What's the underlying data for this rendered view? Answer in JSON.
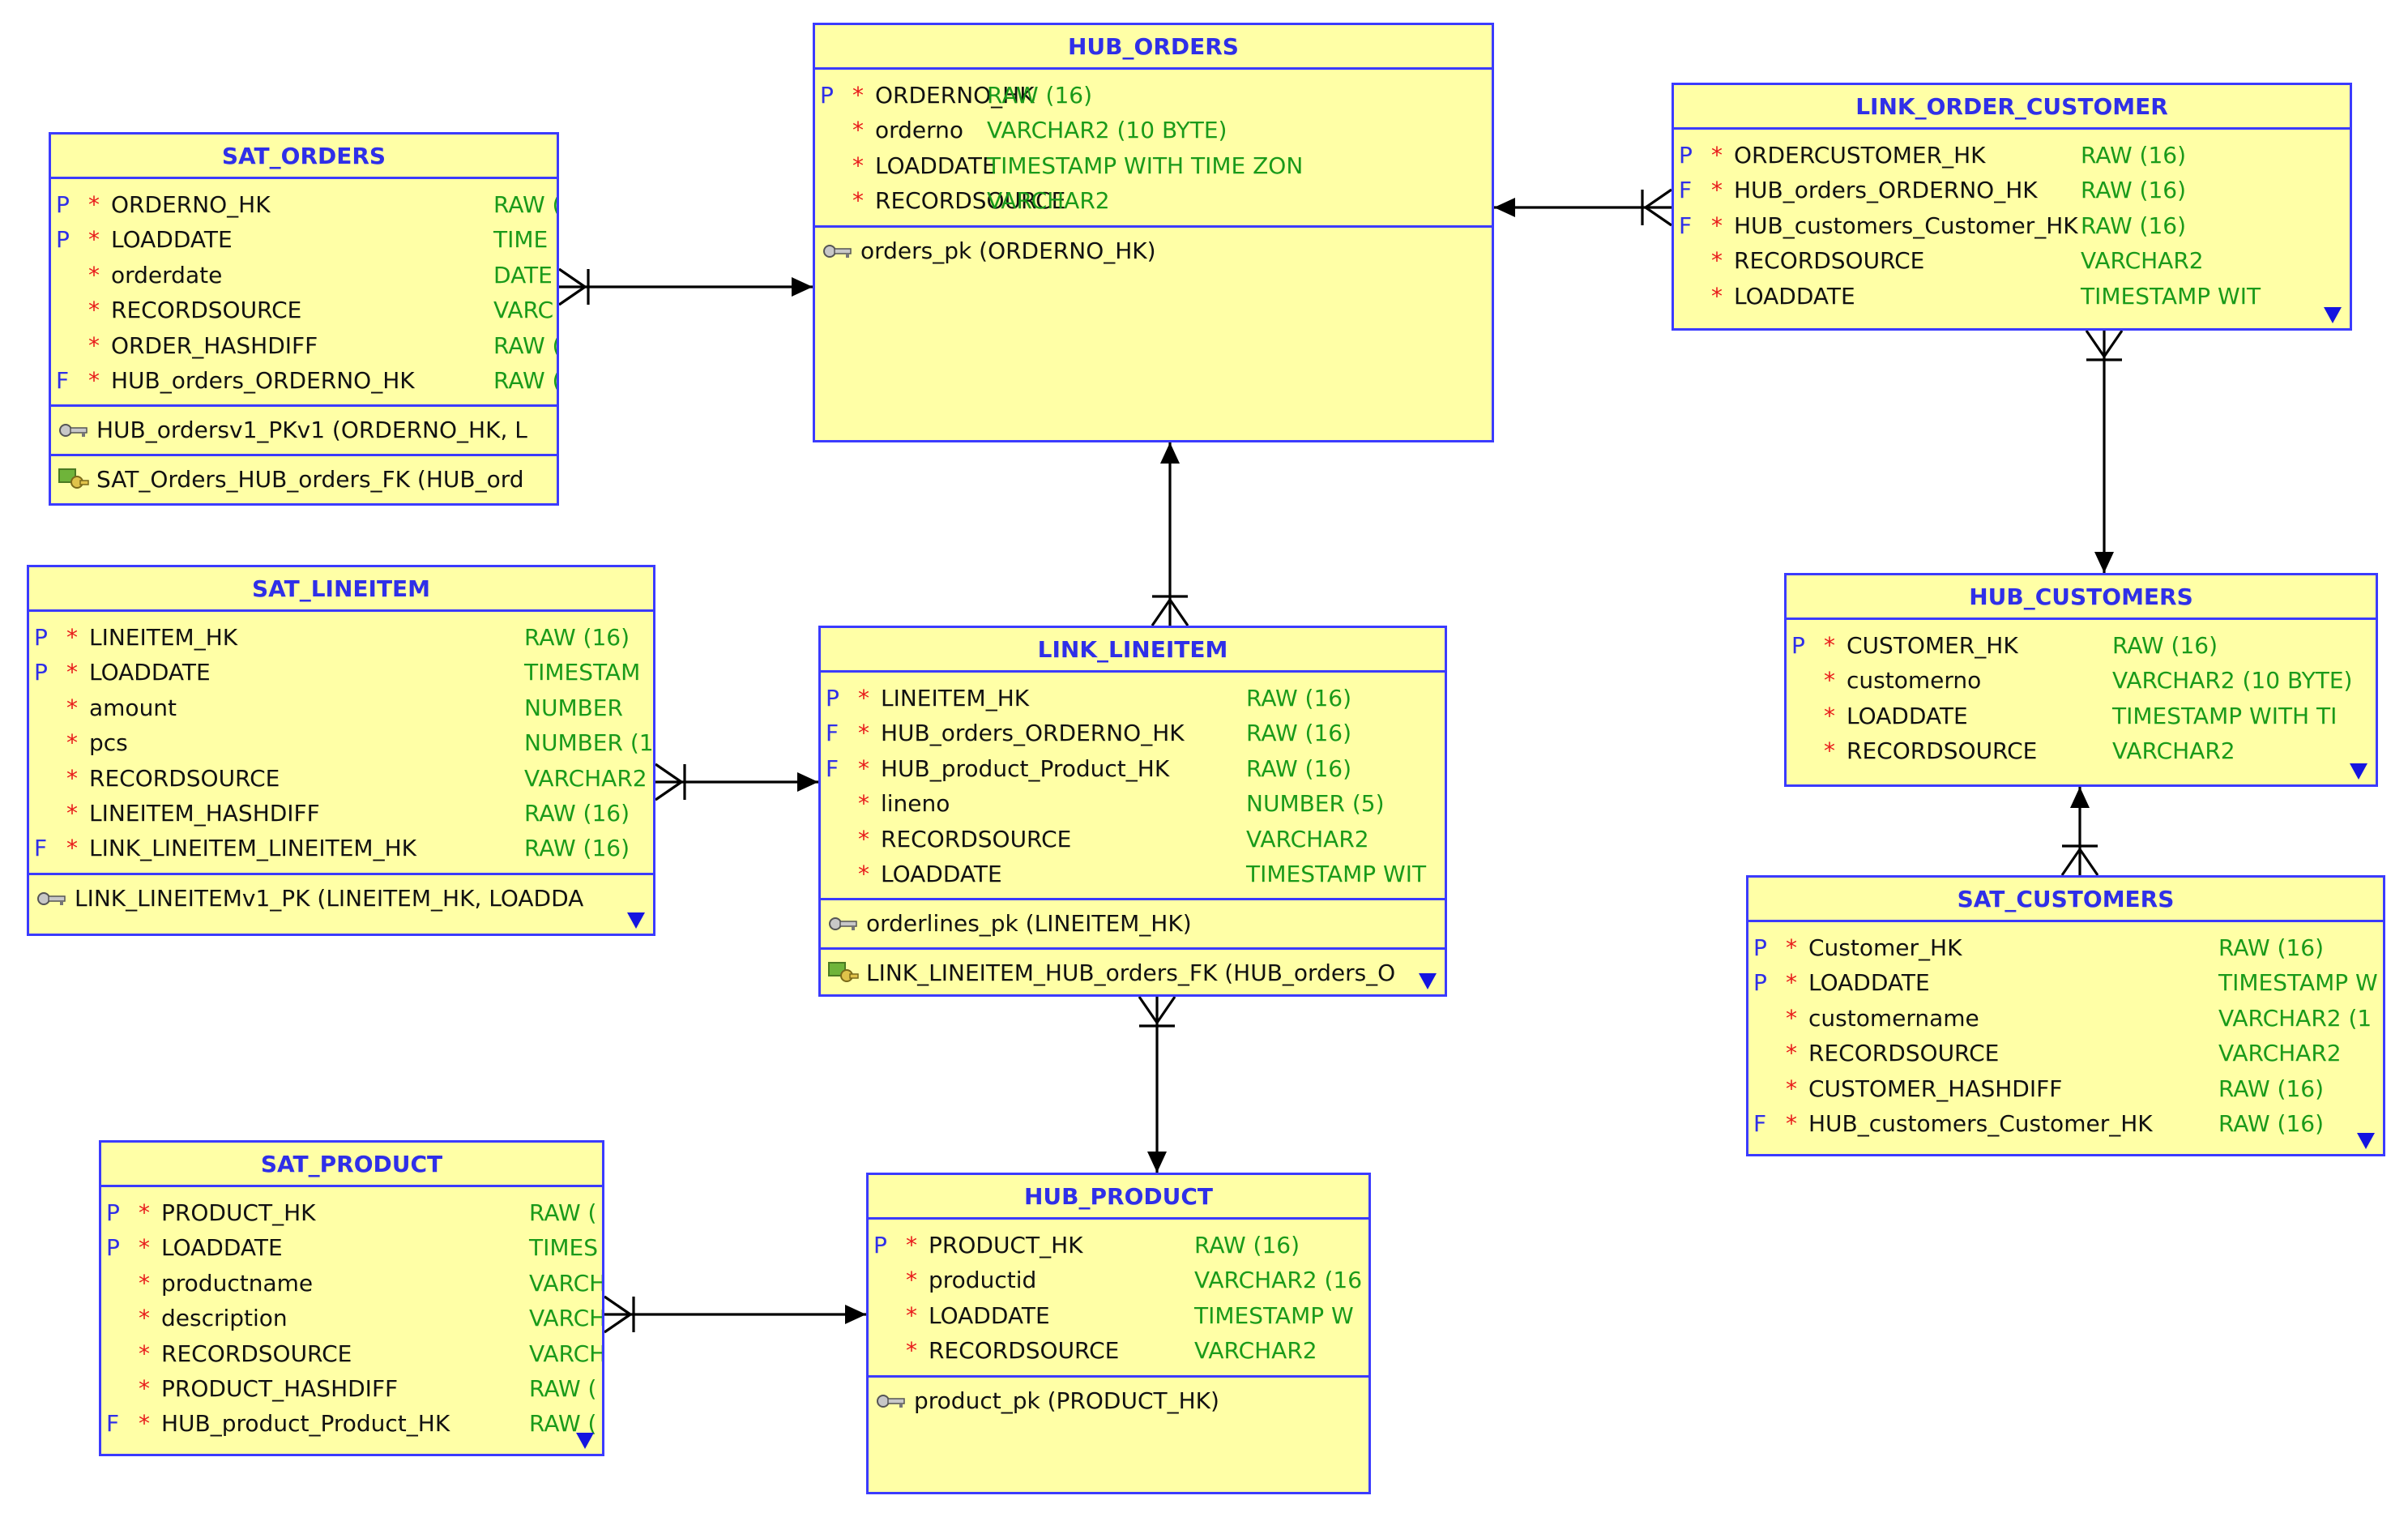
{
  "entities": [
    {
      "name": "HUB_ORDERS",
      "columns": [
        {
          "flag": "P",
          "req": "*",
          "name": "ORDERNO_HK",
          "type": "RAW (16)"
        },
        {
          "flag": "",
          "req": "*",
          "name": "orderno",
          "type": "VARCHAR2 (10 BYTE)"
        },
        {
          "flag": "",
          "req": "*",
          "name": "LOADDATE",
          "type": "TIMESTAMP WITH TIME ZON"
        },
        {
          "flag": "",
          "req": "*",
          "name": "RECORDSOURCE",
          "type": "VARCHAR2"
        }
      ],
      "keys": [
        {
          "icon": "key",
          "text": "orders_pk (ORDERNO_HK)"
        }
      ]
    },
    {
      "name": "SAT_ORDERS",
      "columns": [
        {
          "flag": "P",
          "req": "*",
          "name": "ORDERNO_HK",
          "type": "RAW ("
        },
        {
          "flag": "P",
          "req": "*",
          "name": "LOADDATE",
          "type": "TIME"
        },
        {
          "flag": "",
          "req": "*",
          "name": "orderdate",
          "type": "DATE"
        },
        {
          "flag": "",
          "req": "*",
          "name": "RECORDSOURCE",
          "type": "VARC"
        },
        {
          "flag": "",
          "req": "*",
          "name": "ORDER_HASHDIFF",
          "type": "RAW ("
        },
        {
          "flag": "F",
          "req": "*",
          "name": "HUB_orders_ORDERNO_HK",
          "type": "RAW ("
        }
      ],
      "keys": [
        {
          "icon": "key",
          "text": "HUB_ordersv1_PKv1 (ORDERNO_HK, L"
        },
        {
          "icon": "fk",
          "text": "SAT_Orders_HUB_orders_FK (HUB_ord"
        }
      ]
    },
    {
      "name": "LINK_ORDER_CUSTOMER",
      "columns": [
        {
          "flag": "P",
          "req": "*",
          "name": "ORDERCUSTOMER_HK",
          "type": "RAW (16)"
        },
        {
          "flag": "F",
          "req": "*",
          "name": "HUB_orders_ORDERNO_HK",
          "type": "RAW (16)"
        },
        {
          "flag": "F",
          "req": "*",
          "name": "HUB_customers_Customer_HK",
          "type": "RAW (16)"
        },
        {
          "flag": "",
          "req": "*",
          "name": "RECORDSOURCE",
          "type": "VARCHAR2"
        },
        {
          "flag": "",
          "req": "*",
          "name": "LOADDATE",
          "type": "TIMESTAMP WIT"
        }
      ],
      "keys": []
    },
    {
      "name": "SAT_LINEITEM",
      "columns": [
        {
          "flag": "P",
          "req": "*",
          "name": "LINEITEM_HK",
          "type": "RAW (16)"
        },
        {
          "flag": "P",
          "req": "*",
          "name": "LOADDATE",
          "type": "TIMESTAM"
        },
        {
          "flag": "",
          "req": "*",
          "name": "amount",
          "type": "NUMBER"
        },
        {
          "flag": "",
          "req": "*",
          "name": "pcs",
          "type": "NUMBER (1"
        },
        {
          "flag": "",
          "req": "*",
          "name": "RECORDSOURCE",
          "type": "VARCHAR2"
        },
        {
          "flag": "",
          "req": "*",
          "name": "LINEITEM_HASHDIFF",
          "type": "RAW (16)"
        },
        {
          "flag": "F",
          "req": "*",
          "name": "LINK_LINEITEM_LINEITEM_HK",
          "type": "RAW (16)"
        }
      ],
      "keys": [
        {
          "icon": "key",
          "text": "LINK_LINEITEMv1_PK (LINEITEM_HK, LOADDA"
        }
      ]
    },
    {
      "name": "LINK_LINEITEM",
      "columns": [
        {
          "flag": "P",
          "req": "*",
          "name": "LINEITEM_HK",
          "type": "RAW (16)"
        },
        {
          "flag": "F",
          "req": "*",
          "name": "HUB_orders_ORDERNO_HK",
          "type": "RAW (16)"
        },
        {
          "flag": "F",
          "req": "*",
          "name": "HUB_product_Product_HK",
          "type": "RAW (16)"
        },
        {
          "flag": "",
          "req": "*",
          "name": "lineno",
          "type": "NUMBER (5)"
        },
        {
          "flag": "",
          "req": "*",
          "name": "RECORDSOURCE",
          "type": "VARCHAR2"
        },
        {
          "flag": "",
          "req": "*",
          "name": "LOADDATE",
          "type": "TIMESTAMP WIT"
        }
      ],
      "keys": [
        {
          "icon": "key",
          "text": "orderlines_pk (LINEITEM_HK)"
        },
        {
          "icon": "fk",
          "text": "LINK_LINEITEM_HUB_orders_FK (HUB_orders_O"
        }
      ]
    },
    {
      "name": "HUB_CUSTOMERS",
      "columns": [
        {
          "flag": "P",
          "req": "*",
          "name": "CUSTOMER_HK",
          "type": "RAW (16)"
        },
        {
          "flag": "",
          "req": "*",
          "name": "customerno",
          "type": "VARCHAR2 (10 BYTE)"
        },
        {
          "flag": "",
          "req": "*",
          "name": "LOADDATE",
          "type": "TIMESTAMP WITH TI"
        },
        {
          "flag": "",
          "req": "*",
          "name": "RECORDSOURCE",
          "type": "VARCHAR2"
        }
      ],
      "keys": []
    },
    {
      "name": "SAT_CUSTOMERS",
      "columns": [
        {
          "flag": "P",
          "req": "*",
          "name": "Customer_HK",
          "type": "RAW (16)"
        },
        {
          "flag": "P",
          "req": "*",
          "name": "LOADDATE",
          "type": "TIMESTAMP W"
        },
        {
          "flag": "",
          "req": "*",
          "name": "customername",
          "type": "VARCHAR2 (1"
        },
        {
          "flag": "",
          "req": "*",
          "name": "RECORDSOURCE",
          "type": "VARCHAR2"
        },
        {
          "flag": "",
          "req": "*",
          "name": "CUSTOMER_HASHDIFF",
          "type": "RAW (16)"
        },
        {
          "flag": "F",
          "req": "*",
          "name": "HUB_customers_Customer_HK",
          "type": "RAW (16)"
        }
      ],
      "keys": []
    },
    {
      "name": "SAT_PRODUCT",
      "columns": [
        {
          "flag": "P",
          "req": "*",
          "name": "PRODUCT_HK",
          "type": "RAW ("
        },
        {
          "flag": "P",
          "req": "*",
          "name": "LOADDATE",
          "type": "TIMES"
        },
        {
          "flag": "",
          "req": "*",
          "name": "productname",
          "type": "VARCH"
        },
        {
          "flag": "",
          "req": "*",
          "name": "description",
          "type": "VARCH"
        },
        {
          "flag": "",
          "req": "*",
          "name": "RECORDSOURCE",
          "type": "VARCH"
        },
        {
          "flag": "",
          "req": "*",
          "name": "PRODUCT_HASHDIFF",
          "type": "RAW ("
        },
        {
          "flag": "F",
          "req": "*",
          "name": "HUB_product_Product_HK",
          "type": "RAW ("
        }
      ],
      "keys": []
    },
    {
      "name": "HUB_PRODUCT",
      "columns": [
        {
          "flag": "P",
          "req": "*",
          "name": "PRODUCT_HK",
          "type": "RAW (16)"
        },
        {
          "flag": "",
          "req": "*",
          "name": "productid",
          "type": "VARCHAR2 (16"
        },
        {
          "flag": "",
          "req": "*",
          "name": "LOADDATE",
          "type": "TIMESTAMP W"
        },
        {
          "flag": "",
          "req": "*",
          "name": "RECORDSOURCE",
          "type": "VARCHAR2"
        }
      ],
      "keys": [
        {
          "icon": "key",
          "text": "product_pk (PRODUCT_HK)"
        }
      ]
    }
  ],
  "relationships": [
    {
      "from": "SAT_ORDERS",
      "to": "HUB_ORDERS"
    },
    {
      "from": "LINK_ORDER_CUSTOMER",
      "to": "HUB_ORDERS"
    },
    {
      "from": "LINK_ORDER_CUSTOMER",
      "to": "HUB_CUSTOMERS"
    },
    {
      "from": "LINK_LINEITEM",
      "to": "HUB_ORDERS"
    },
    {
      "from": "SAT_LINEITEM",
      "to": "LINK_LINEITEM"
    },
    {
      "from": "LINK_LINEITEM",
      "to": "HUB_PRODUCT"
    },
    {
      "from": "SAT_CUSTOMERS",
      "to": "HUB_CUSTOMERS"
    },
    {
      "from": "SAT_PRODUCT",
      "to": "HUB_PRODUCT"
    }
  ],
  "colors": {
    "entity_fill": "#ffffa6",
    "entity_border": "#3b3bff",
    "title_text": "#2f2fe8",
    "flag_text": "#2f2fe8",
    "required_marker": "#e81b1b",
    "column_name": "#111111",
    "column_type": "#1a9a1a",
    "connector": "#000000"
  }
}
